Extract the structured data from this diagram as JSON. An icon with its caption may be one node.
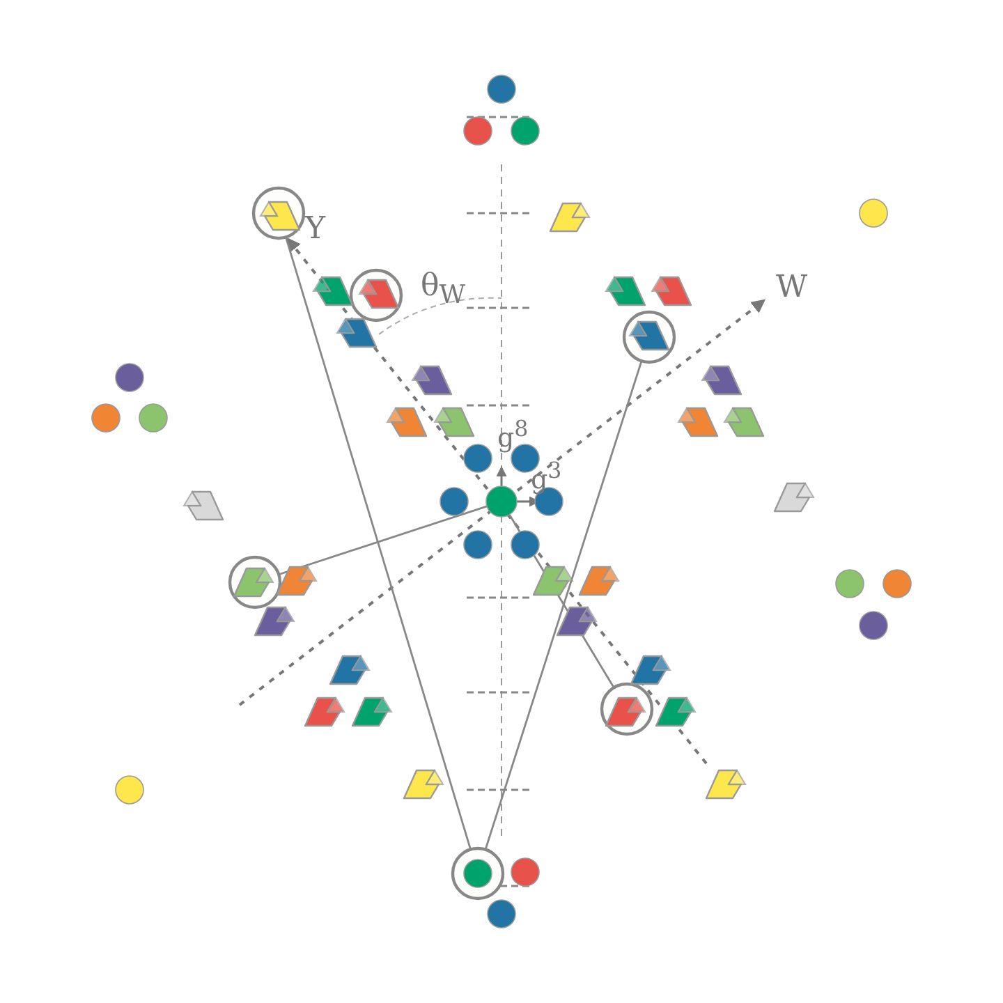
{
  "diagram": {
    "nodes": [
      {
        "text": [],
        "shape": "circle"
      },
      {
        "text": [],
        "shape": "circle"
      },
      {
        "text": [],
        "shape": "circle"
      },
      {
        "text": [],
        "shape": "circle"
      },
      {
        "text": [],
        "shape": "circle"
      },
      {
        "text": [],
        "shape": "circle"
      },
      {
        "text": [],
        "shape": "circle"
      }
    ],
    "edges": [
      {
        "from": 0,
        "to": 6,
        "arrow": "none"
      },
      {
        "from": 1,
        "to": 6,
        "arrow": "none"
      },
      {
        "from": 3,
        "to": 4,
        "arrow": "none"
      },
      {
        "from": 5,
        "to": 4,
        "arrow": "none"
      }
    ],
    "labels": [
      "Y",
      "θ$_{W}$",
      "W",
      "g$^{8}$",
      "g$^{3}$"
    ]
  }
}
